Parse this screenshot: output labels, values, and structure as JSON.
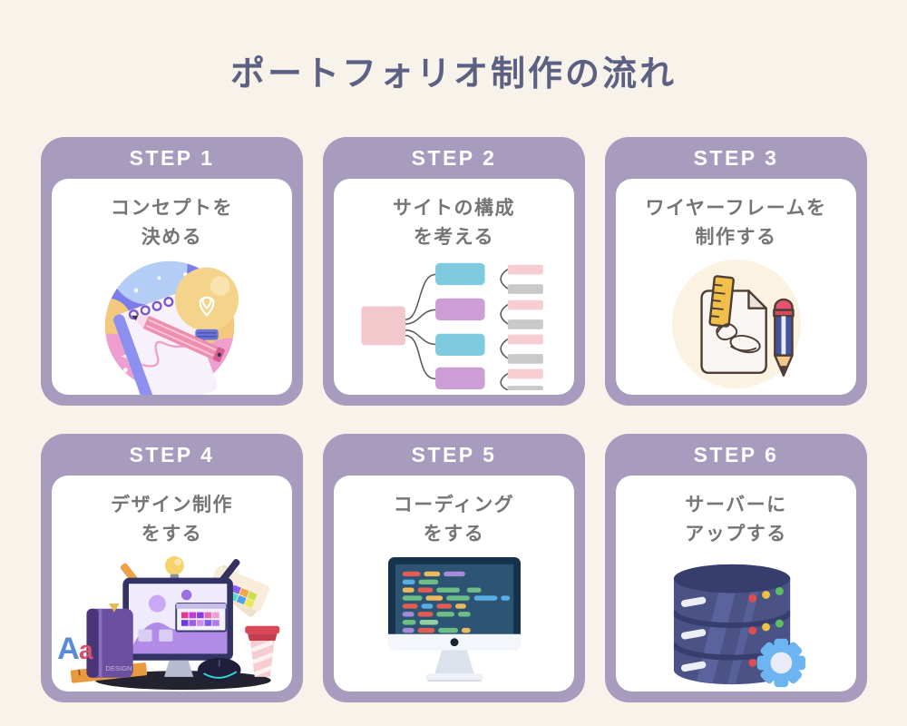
{
  "title": "ポートフォリオ制作の流れ",
  "colors": {
    "background": "#f7f2ea",
    "card_purple": "#a79cbe",
    "panel_white": "#ffffff",
    "title_text": "#5c6083",
    "caption_text": "#757575",
    "step_label_text": "#ffffff"
  },
  "steps": [
    {
      "label": "STEP 1",
      "line1": "コンセプトを",
      "line2": "決める",
      "icon": "notebook-pencil-lightbulb"
    },
    {
      "label": "STEP 2",
      "line1": "サイトの構成",
      "line2": "を考える",
      "icon": "sitemap-diagram"
    },
    {
      "label": "STEP 3",
      "line1": "ワイヤーフレームを",
      "line2": "制作する",
      "icon": "document-ruler-pencil"
    },
    {
      "label": "STEP 4",
      "line1": "デザイン制作",
      "line2": "をする",
      "icon": "design-workspace"
    },
    {
      "label": "STEP 5",
      "line1": "コーディング",
      "line2": "をする",
      "icon": "code-monitor"
    },
    {
      "label": "STEP 6",
      "line1": "サーバーに",
      "line2": "アップする",
      "icon": "server-database-gear"
    }
  ]
}
